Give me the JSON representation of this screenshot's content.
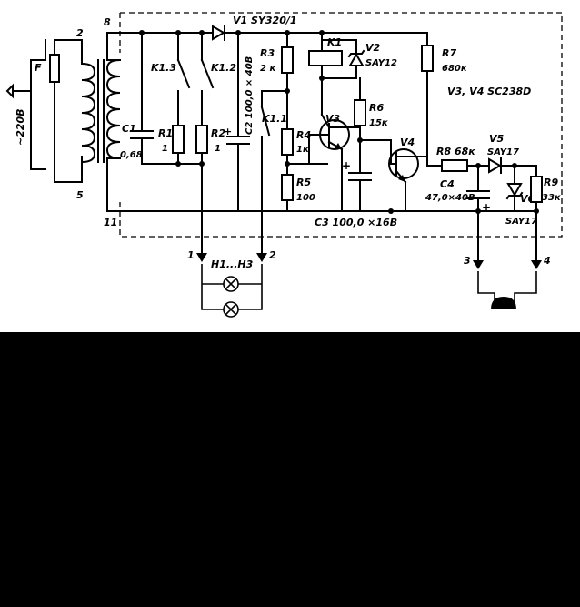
{
  "labels": {
    "mains": "~220В",
    "fuse": "F",
    "tr_pin2": "2",
    "tr_pin5": "5",
    "tr_pin8": "8",
    "tr_pin11": "11",
    "v1": "V1 SY320/1",
    "k13": "K1.3",
    "k12": "K1.2",
    "k11": "K1.1",
    "c1_name": "C1",
    "c1_val": "0,68",
    "r1_name": "R1",
    "r1_val": "1",
    "r2_name": "R2",
    "r2_val": "1",
    "c2": "C2 100,0 × 40В",
    "r3_name": "R3",
    "r3_val": "2 к",
    "k1": "K1",
    "v2_name": "V2",
    "v2_val": "SAY12",
    "r7_name": "R7",
    "r7_val": "680к",
    "v3v4_type": "V3, V4  SC238D",
    "r6_name": "R6",
    "r6_val": "15к",
    "v3": "V3",
    "v4": "V4",
    "r4_name": "R4",
    "r4_val": "1к",
    "r5_name": "R5",
    "r5_val": "100",
    "c3": "C3 100,0 ×16В",
    "r8": "R8 68к",
    "v5_name": "V5",
    "v5_val": "SAY17",
    "c4_name": "C4",
    "c4_val": "47,0×40В",
    "r9_name": "R9",
    "r9_val": "33к",
    "v6_name": "V6",
    "v6_val": "SAY17",
    "out1": "1",
    "out2": "2",
    "out3": "3",
    "out4": "4",
    "lamps": "H1...H3",
    "plus_c2": "+",
    "plus_c3": "+",
    "plus_c4": "+"
  }
}
